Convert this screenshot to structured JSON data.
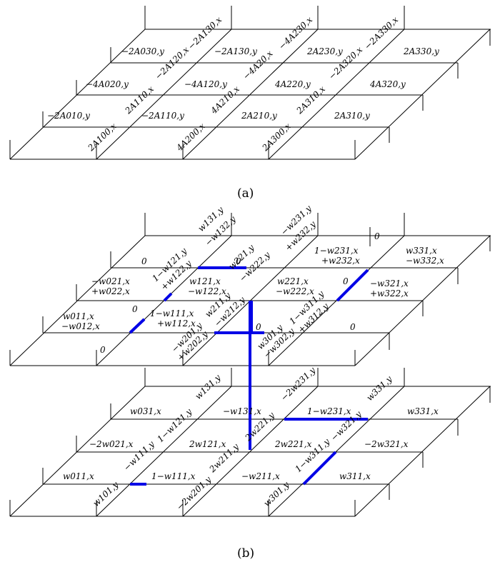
{
  "panel_a": {
    "caption": "(a)",
    "labels": [
      "−2A030,y",
      "−2A130,y",
      "2A230,y",
      "2A330,y",
      "−4A020,y",
      "−4A120,y",
      "4A220,y",
      "4A320,y",
      "−2A010,y",
      "−2A110,y",
      "2A210,y",
      "2A310,y",
      "−2A130,x",
      "−4A230,x",
      "−2A330,x",
      "−2A120,x",
      "−4A20,x",
      "−2A320,x",
      "2A110,x",
      "4A210,x",
      "2A310,x",
      "2A100,x",
      "4A200,x",
      "2A300,x"
    ]
  },
  "panel_b": {
    "caption": "(b)",
    "upper_labels": [
      "0",
      "−w231,y",
      "+w232,y",
      "1−w231,x",
      "+w232,x",
      "w331,x",
      "−w332,x",
      "w131,y",
      "−w132,y",
      "1−w121,y",
      "+w122,y",
      "w221,y",
      "−w222,y",
      "−w021,x",
      "+w022,x",
      "w121,x",
      "−w122,x",
      "w221,x",
      "−w222,x",
      "−w321,x",
      "+w322,x",
      "1−w311,y",
      "+w312,y",
      "w011,x",
      "−w012,x",
      "1−w111,x",
      "+w112,x",
      "w211,y",
      "−w212,y",
      "−w201,y",
      "+w202,y",
      "w301,y",
      "−w302,y"
    ],
    "lower_labels": [
      "w131,y",
      "−2w231,y",
      "w331,y",
      "w031,x",
      "−w131,x",
      "1−w231,x",
      "w331,x",
      "1−w121,y",
      "−w321,y",
      "2w221,y",
      "−2w021,x",
      "2w121,x",
      "2w221,x",
      "−2w321,x",
      "−w111,y",
      "2w211,y",
      "1−w311,y",
      "w011,x",
      "1−w111,x",
      "−w211,x",
      "w311,x",
      "w101,y",
      "−2w201,y",
      "w301,y"
    ]
  }
}
